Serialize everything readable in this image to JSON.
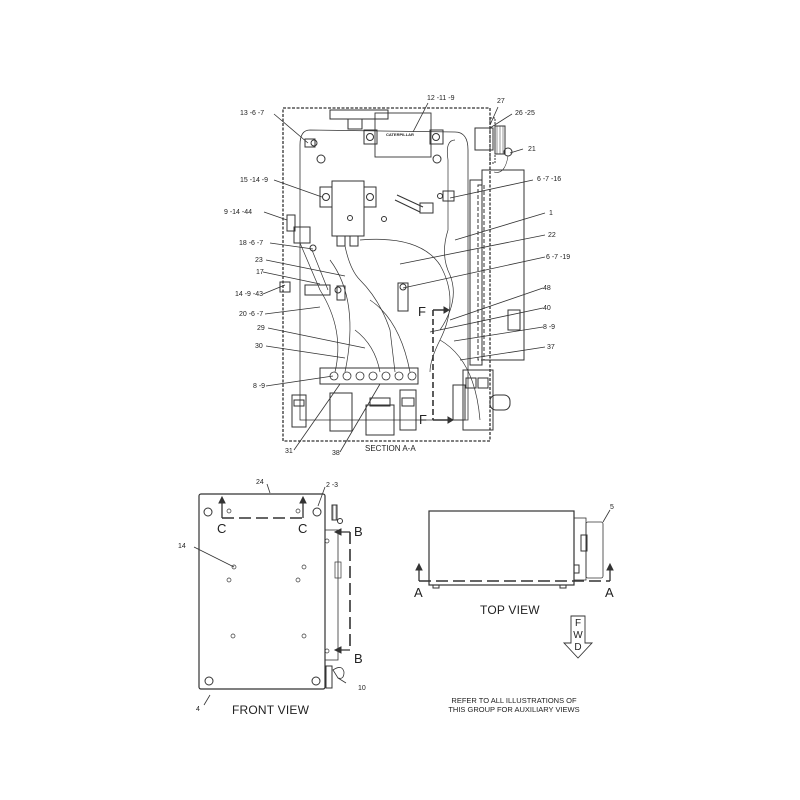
{
  "section_view": {
    "title": "SECTION A-A",
    "callouts": [
      {
        "id": "c1",
        "text": "13 -6 -7"
      },
      {
        "id": "c2",
        "text": "12 -11 -9"
      },
      {
        "id": "c3",
        "text": "27"
      },
      {
        "id": "c4",
        "text": "26 -25"
      },
      {
        "id": "c5",
        "text": "21"
      },
      {
        "id": "c6",
        "text": "15 -14 -9"
      },
      {
        "id": "c7",
        "text": "6 -7 -16"
      },
      {
        "id": "c8",
        "text": "9 -14 -44"
      },
      {
        "id": "c9",
        "text": "1"
      },
      {
        "id": "c10",
        "text": "18 -6 -7"
      },
      {
        "id": "c11",
        "text": "22"
      },
      {
        "id": "c12",
        "text": "23"
      },
      {
        "id": "c13",
        "text": "6 -7 -19"
      },
      {
        "id": "c14",
        "text": "17"
      },
      {
        "id": "c15",
        "text": "14 -9 -43"
      },
      {
        "id": "c16",
        "text": "48"
      },
      {
        "id": "c17",
        "text": "20 -6 -7"
      },
      {
        "id": "c18",
        "text": "40"
      },
      {
        "id": "c19",
        "text": "29"
      },
      {
        "id": "c20",
        "text": "8 -9"
      },
      {
        "id": "c21",
        "text": "30"
      },
      {
        "id": "c22",
        "text": "37"
      },
      {
        "id": "c23",
        "text": "8 -9"
      },
      {
        "id": "c24",
        "text": "31"
      },
      {
        "id": "c25",
        "text": "38"
      }
    ],
    "section_marks": {
      "top": "F",
      "bottom": "F"
    },
    "nameplate_text": "CATERPILLAR"
  },
  "front_view": {
    "title": "FRONT VIEW",
    "callouts": [
      {
        "id": "f1",
        "text": "24"
      },
      {
        "id": "f2",
        "text": "2 -3"
      },
      {
        "id": "f3",
        "text": "14"
      },
      {
        "id": "f4",
        "text": "10"
      },
      {
        "id": "f5",
        "text": "4"
      }
    ],
    "section_marks": {
      "left": "C",
      "right": "C",
      "top": "B",
      "bottom": "B"
    }
  },
  "top_view": {
    "title": "TOP VIEW",
    "callouts": [
      {
        "id": "t1",
        "text": "5"
      }
    ],
    "section_marks": {
      "left": "A",
      "right": "A"
    }
  },
  "fwd_arrow": {
    "letters": [
      "F",
      "W",
      "D"
    ]
  },
  "note": {
    "line1": "REFER TO ALL ILLUSTRATIONS OF",
    "line2": "THIS GROUP FOR AUXILIARY VIEWS"
  }
}
